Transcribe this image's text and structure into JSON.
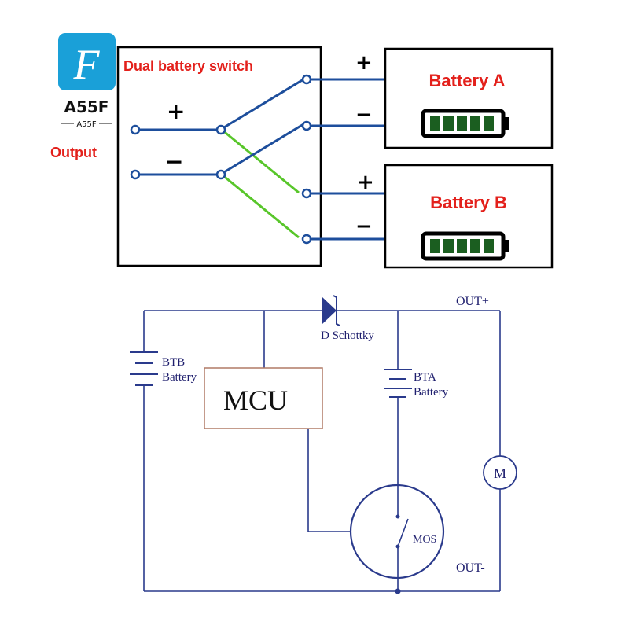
{
  "brand": {
    "logo_letter": "F",
    "logo_name": "A55F",
    "logo_sub": "A55F",
    "colors": {
      "logo_blue": "#1aa0d8"
    }
  },
  "top_diagram": {
    "switch_title": "Dual battery switch",
    "output_label": "Output",
    "plus_sign": "+",
    "minus_sign": "−",
    "battery_a": {
      "label": "Battery A",
      "plus": "+",
      "minus": "−",
      "level_segments": 5
    },
    "battery_b": {
      "label": "Battery B",
      "plus": "+",
      "minus": "−",
      "level_segments": 5
    },
    "colors": {
      "label_red": "#e3201b",
      "wire_blue": "#1d4e9c",
      "link_green": "#58c62a"
    }
  },
  "circuit": {
    "diode_label": "D Schottky",
    "out_plus": "OUT+",
    "out_minus": "OUT-",
    "btb_line1": "BTB",
    "btb_line2": "Battery",
    "bta_line1": "BTA",
    "bta_line2": "Battery",
    "mcu_label": "MCU",
    "mos_label": "MOS",
    "motor_label": "M",
    "colors": {
      "wire_blue": "#2a3a8c",
      "mcu_border": "#b07a66"
    }
  }
}
